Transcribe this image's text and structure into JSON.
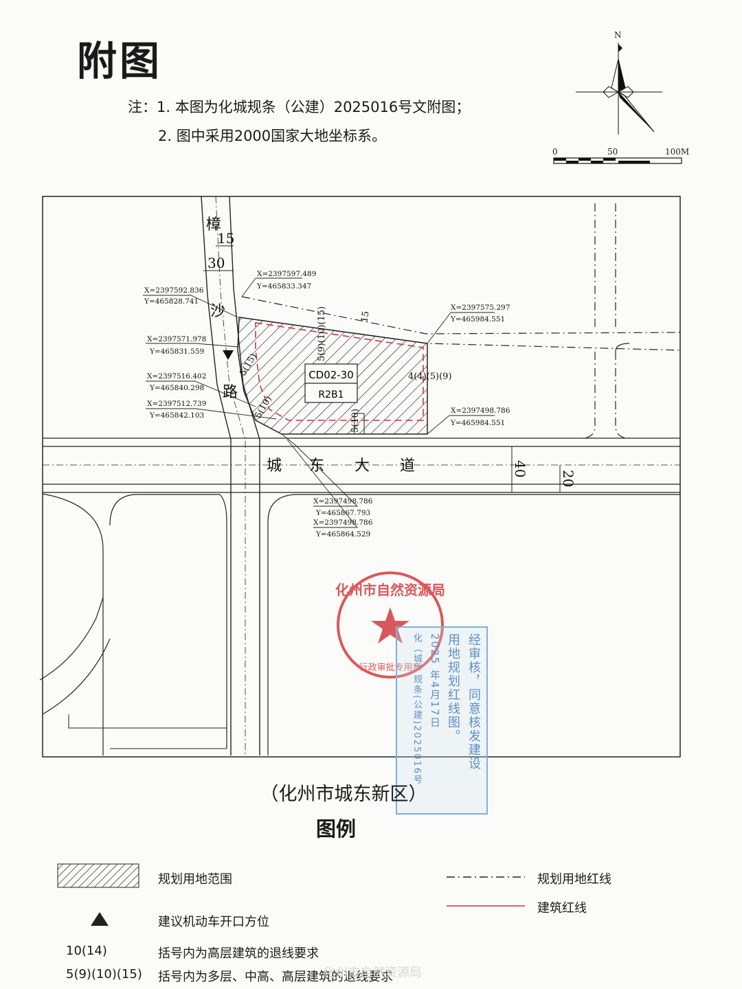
{
  "title": "附图",
  "notes": [
    "注：1. 本图为化城规条（公建）2025016号文附图；",
    "2. 图中采用2000国家大地坐标系。"
  ],
  "north_label": "N",
  "scale": {
    "start": "0",
    "mid": "50",
    "end": "100M"
  },
  "roads": {
    "vertical_chars": [
      "樟",
      "沙",
      "路"
    ],
    "horizontal_chars": [
      "城",
      "东",
      "大",
      "道"
    ]
  },
  "parcel": {
    "code": "CD02-30",
    "type": "R2B1"
  },
  "coordinates": [
    {
      "x": "X=2397597.489",
      "y": "Y=465833.347"
    },
    {
      "x": "X=2397592.836",
      "y": "Y=465828.741"
    },
    {
      "x": "X=2397575.297",
      "y": "Y=465984.551"
    },
    {
      "x": "X=2397571.978",
      "y": "Y=465831.559"
    },
    {
      "x": "X=2397516.402",
      "y": "Y=465840.298"
    },
    {
      "x": "X=2397512.739",
      "y": "Y=465842.103"
    },
    {
      "x": "X=2397498.786",
      "y": "Y=465984.551"
    },
    {
      "x": "X=2397498.786",
      "y": "Y=465867.793"
    },
    {
      "x": "X=2397498.786",
      "y": "Y=465864.529"
    }
  ],
  "dimensions": {
    "road_top_15": "15",
    "road_30": "30",
    "north_15": "15",
    "east_40": "40",
    "east_20": "20",
    "setback_north": "5(9)(10)(15)",
    "setback_east": "4(4)(5)(9)",
    "setback_west": "5(15)",
    "setback_corner": "5(10)",
    "setback_south": "5(10)"
  },
  "stamp": {
    "red_ring": "化州市自然资源局",
    "red_inner": "行政审批专用章",
    "blue_lines": [
      "经审核，同意核发建设",
      "用地规划红线图。",
      "2025 年4月17日",
      "化（城）规条(公建)2025016号"
    ]
  },
  "caption": "（化州市城东新区）",
  "legend": {
    "title": "图例",
    "items": [
      {
        "symbol": "hatch",
        "label": "规划用地范围"
      },
      {
        "symbol": "triangle",
        "label": "建议机动车开口方位"
      },
      {
        "symbol": "10(14)",
        "label": "括号内为高层建筑的退线要求"
      },
      {
        "symbol": "5(9)(10)(15)",
        "label": "括号内为多层、中高、高层建筑的退线要求"
      },
      {
        "symbol": "dash-dot",
        "label": "规划用地红线"
      },
      {
        "symbol": "red-line",
        "label": "建筑红线"
      }
    ]
  },
  "watermark": "化州市自然资源局"
}
